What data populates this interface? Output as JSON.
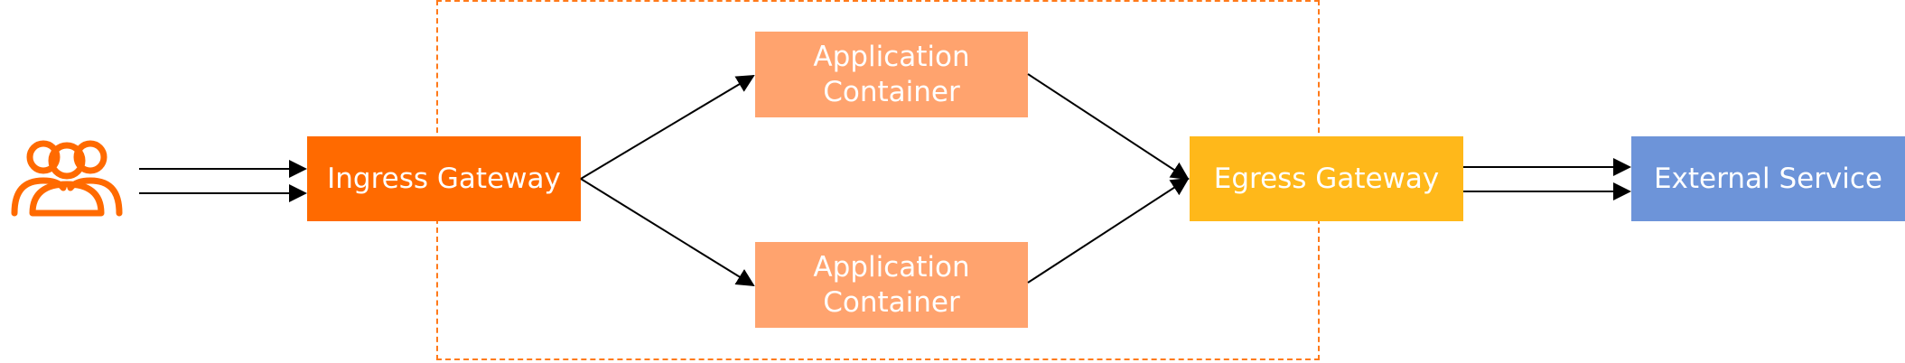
{
  "diagram": {
    "nodes": {
      "users": {
        "icon": "users-icon"
      },
      "ingress": {
        "label": "Ingress Gateway"
      },
      "app_top": {
        "label": "Application\nContainer"
      },
      "app_bottom": {
        "label": "Application\nContainer"
      },
      "egress": {
        "label": "Egress Gateway"
      },
      "external": {
        "label": "External Service"
      }
    },
    "colors": {
      "ingress": "#ff6a00",
      "app": "#ffa36e",
      "egress": "#ffb81a",
      "external": "#6d94d9",
      "boundary": "#ff7a1a",
      "users_icon": "#ff6a00",
      "arrow": "#000000"
    },
    "edges": [
      {
        "from": "users",
        "to": "ingress"
      },
      {
        "from": "users",
        "to": "ingress"
      },
      {
        "from": "ingress",
        "to": "app_top"
      },
      {
        "from": "ingress",
        "to": "app_bottom"
      },
      {
        "from": "app_top",
        "to": "egress"
      },
      {
        "from": "app_bottom",
        "to": "egress"
      },
      {
        "from": "egress",
        "to": "external"
      },
      {
        "from": "egress",
        "to": "external"
      }
    ]
  }
}
